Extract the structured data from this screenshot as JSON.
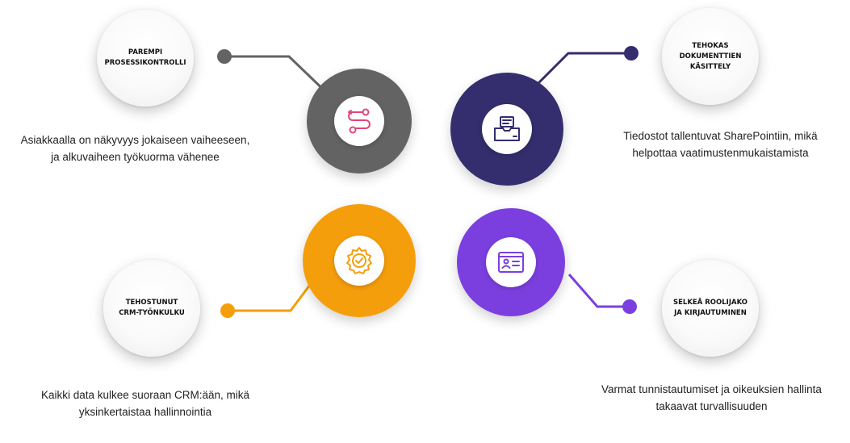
{
  "colors": {
    "gray": "#636363",
    "navy": "#342E6E",
    "orange": "#F59E0B",
    "purple": "#7B3FE0",
    "icon_pink": "#E0457B",
    "icon_purple": "#7B3FE0"
  },
  "items": [
    {
      "title": "PAREMPI\nPROSESSIKONTROLLI",
      "description": "Asiakkaalla on näkyvyys jokaiseen vaiheeseen,\nja alkuvaiheen työkuorma vähenee",
      "icon": "process-flow-icon"
    },
    {
      "title": "TEHOKAS\nDOKUMENTTIEN\nKÄSITTELY",
      "description": "Tiedostot tallentuvat SharePointiin, mikä\nhelpottaa vaatimustenmukaistamista",
      "icon": "document-tray-icon"
    },
    {
      "title": "TEHOSTUNUT\nCRM-TYÖNKULKU",
      "description": "Kaikki data kulkee suoraan CRM:ään, mikä\nyksinkertaistaa hallinnointia",
      "icon": "gear-check-icon"
    },
    {
      "title": "SELKEÄ ROOLIJAKO\nJA KIRJAUTUMINEN",
      "description": "Varmat tunnistautumiset ja oikeuksien hallinta\ntakaavat turvallisuuden",
      "icon": "id-card-icon"
    }
  ]
}
